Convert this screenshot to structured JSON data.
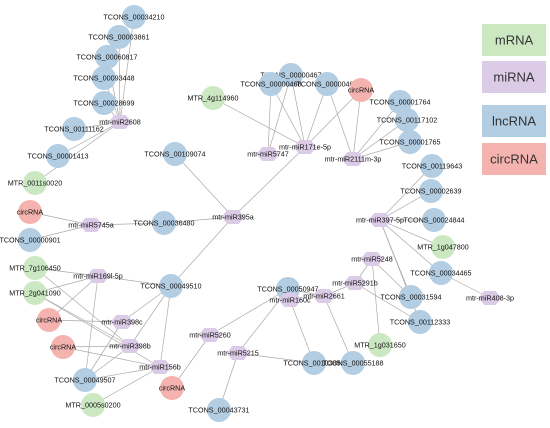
{
  "legend": [
    {
      "type": "mrna",
      "label": "mRNA"
    },
    {
      "type": "mirna",
      "label": "miRNA"
    },
    {
      "type": "lncrna",
      "label": "lncRNA"
    },
    {
      "type": "circrna",
      "label": "circRNA"
    }
  ],
  "colors": {
    "lncrna": "#b3cde3",
    "mirna": "#dccbe6",
    "mrna": "#cce8c2",
    "circrna": "#f5b3b0",
    "edge": "#aaaaaa"
  },
  "nodes": [
    {
      "id": "n1",
      "type": "lncrna",
      "label": "TCONS_00034210"
    },
    {
      "id": "n2",
      "type": "lncrna",
      "label": "TCONS_00003861"
    },
    {
      "id": "n3",
      "type": "lncrna",
      "label": "TCONS_00060817"
    },
    {
      "id": "n4",
      "type": "lncrna",
      "label": "TCONS_00093448"
    },
    {
      "id": "n5",
      "type": "lncrna",
      "label": "TCONS_00028699"
    },
    {
      "id": "n6",
      "type": "mirna",
      "label": "mtr-miR2608"
    },
    {
      "id": "n7",
      "type": "lncrna",
      "label": "TCONS_00111162"
    },
    {
      "id": "n8",
      "type": "lncrna",
      "label": "TCONS_00001413"
    },
    {
      "id": "n9",
      "type": "mrna",
      "label": "MTR_0011s0020"
    },
    {
      "id": "n10",
      "type": "circrna",
      "label": "circRNA"
    },
    {
      "id": "n11",
      "type": "mirna",
      "label": "mtr-miR5745a"
    },
    {
      "id": "n12",
      "type": "lncrna",
      "label": "TCONS_00000901"
    },
    {
      "id": "n13",
      "type": "lncrna",
      "label": "TCONS_00036480"
    },
    {
      "id": "n14",
      "type": "lncrna",
      "label": "TCONS_00109074"
    },
    {
      "id": "n15",
      "type": "mirna",
      "label": "mtr-miR395a"
    },
    {
      "id": "n16",
      "type": "mrna",
      "label": "MTR_7g106450"
    },
    {
      "id": "n17",
      "type": "mirna",
      "label": "mtr-miR169l-5p"
    },
    {
      "id": "n18",
      "type": "mrna",
      "label": "MTR_2g041090"
    },
    {
      "id": "n19",
      "type": "lncrna",
      "label": "TCONS_00049510"
    },
    {
      "id": "n20",
      "type": "circrna",
      "label": "circRNA"
    },
    {
      "id": "n21",
      "type": "mirna",
      "label": "mtr-miR398c"
    },
    {
      "id": "n22",
      "type": "circrna",
      "label": "circRNA"
    },
    {
      "id": "n23",
      "type": "mirna",
      "label": "mtr-miR398b"
    },
    {
      "id": "n24",
      "type": "lncrna",
      "label": "TCONS_00049507"
    },
    {
      "id": "n25",
      "type": "mirna",
      "label": "mtr-miR156b"
    },
    {
      "id": "n26",
      "type": "mrna",
      "label": "MTR_0005s0200"
    },
    {
      "id": "n27",
      "type": "circrna",
      "label": "circRNA"
    },
    {
      "id": "n28",
      "type": "lncrna",
      "label": "TCONS_00043731"
    },
    {
      "id": "n29",
      "type": "mirna",
      "label": "mtr-miR5260"
    },
    {
      "id": "n30",
      "type": "mirna",
      "label": "mtr-miR5215"
    },
    {
      "id": "n31",
      "type": "lncrna",
      "label": "TCONS_00050947"
    },
    {
      "id": "n32",
      "type": "mirna",
      "label": "mtr-miR160c"
    },
    {
      "id": "n33",
      "type": "lncrna",
      "label": "TCONS_00103850"
    },
    {
      "id": "n34",
      "type": "mirna",
      "label": "mtr-miR2661"
    },
    {
      "id": "n35",
      "type": "lncrna",
      "label": "TCONS_00055188"
    },
    {
      "id": "n36",
      "type": "mirna",
      "label": "mtr-miR5291b"
    },
    {
      "id": "n37",
      "type": "mirna",
      "label": "mtr-miR5248"
    },
    {
      "id": "n38",
      "type": "mrna",
      "label": "MTR_1g031650"
    },
    {
      "id": "n39",
      "type": "lncrna",
      "label": "TCONS_00112333"
    },
    {
      "id": "n40",
      "type": "lncrna",
      "label": "TCONS_00031594"
    },
    {
      "id": "n41",
      "type": "lncrna",
      "label": "TCONS_00034465"
    },
    {
      "id": "n42",
      "type": "mirna",
      "label": "mtr-miR408-3p"
    },
    {
      "id": "n43",
      "type": "mrna",
      "label": "MTR_1g047800"
    },
    {
      "id": "n44",
      "type": "lncrna",
      "label": "TCONS_00024844"
    },
    {
      "id": "n45",
      "type": "mirna",
      "label": "mtr-miR397-5p"
    },
    {
      "id": "n46",
      "type": "lncrna",
      "label": "TCONS_00002639"
    },
    {
      "id": "n47",
      "type": "lncrna",
      "label": "TCONS_00119643"
    },
    {
      "id": "n48",
      "type": "mrna",
      "label": "MTR_4g114960"
    },
    {
      "id": "n49",
      "type": "lncrna",
      "label": "TCONS_00000467"
    },
    {
      "id": "n50",
      "type": "lncrna",
      "label": "TCONS_00000468"
    },
    {
      "id": "n51",
      "type": "lncrna",
      "label": "TCONS_00000469"
    },
    {
      "id": "n52",
      "type": "circrna",
      "label": "circRNA"
    },
    {
      "id": "n53",
      "type": "mirna",
      "label": "mtr-miR171e-5p"
    },
    {
      "id": "n54",
      "type": "mirna",
      "label": "mtr-miR5747"
    },
    {
      "id": "n55",
      "type": "mirna",
      "label": "mtr-miR2111m-3p"
    },
    {
      "id": "n56",
      "type": "lncrna",
      "label": "TCONS_00001764"
    },
    {
      "id": "n57",
      "type": "lncrna",
      "label": "TCONS_00117102"
    },
    {
      "id": "n58",
      "type": "lncrna",
      "label": "TCONS_00001765"
    }
  ],
  "edges": [
    [
      "n6",
      "n1"
    ],
    [
      "n6",
      "n2"
    ],
    [
      "n6",
      "n3"
    ],
    [
      "n6",
      "n4"
    ],
    [
      "n6",
      "n5"
    ],
    [
      "n6",
      "n7"
    ],
    [
      "n6",
      "n8"
    ],
    [
      "n6",
      "n9"
    ],
    [
      "n11",
      "n10"
    ],
    [
      "n11",
      "n12"
    ],
    [
      "n11",
      "n13"
    ],
    [
      "n15",
      "n14"
    ],
    [
      "n15",
      "n13"
    ],
    [
      "n15",
      "n19"
    ],
    [
      "n17",
      "n16"
    ],
    [
      "n17",
      "n18"
    ],
    [
      "n17",
      "n19"
    ],
    [
      "n17",
      "n20"
    ],
    [
      "n17",
      "n24"
    ],
    [
      "n21",
      "n19"
    ],
    [
      "n21",
      "n20"
    ],
    [
      "n21",
      "n24"
    ],
    [
      "n23",
      "n19"
    ],
    [
      "n23",
      "n22"
    ],
    [
      "n23",
      "n24"
    ],
    [
      "n23",
      "n16"
    ],
    [
      "n23",
      "n18"
    ],
    [
      "n25",
      "n19"
    ],
    [
      "n25",
      "n24"
    ],
    [
      "n25",
      "n26"
    ],
    [
      "n25",
      "n22"
    ],
    [
      "n25",
      "n18"
    ],
    [
      "n29",
      "n27"
    ],
    [
      "n29",
      "n31"
    ],
    [
      "n30",
      "n28"
    ],
    [
      "n30",
      "n31"
    ],
    [
      "n30",
      "n33"
    ],
    [
      "n32",
      "n31"
    ],
    [
      "n32",
      "n33"
    ],
    [
      "n34",
      "n31"
    ],
    [
      "n34",
      "n35"
    ],
    [
      "n34",
      "n36"
    ],
    [
      "n36",
      "n37"
    ],
    [
      "n36",
      "n39"
    ],
    [
      "n37",
      "n38"
    ],
    [
      "n37",
      "n40"
    ],
    [
      "n45",
      "n39"
    ],
    [
      "n45",
      "n40"
    ],
    [
      "n45",
      "n41"
    ],
    [
      "n45",
      "n43"
    ],
    [
      "n45",
      "n44"
    ],
    [
      "n45",
      "n46"
    ],
    [
      "n45",
      "n47"
    ],
    [
      "n42",
      "n41"
    ],
    [
      "n53",
      "n49"
    ],
    [
      "n53",
      "n50"
    ],
    [
      "n53",
      "n51"
    ],
    [
      "n53",
      "n52"
    ],
    [
      "n53",
      "n48"
    ],
    [
      "n54",
      "n49"
    ],
    [
      "n54",
      "n50"
    ],
    [
      "n55",
      "n51"
    ],
    [
      "n55",
      "n52"
    ],
    [
      "n55",
      "n56"
    ],
    [
      "n55",
      "n57"
    ],
    [
      "n55",
      "n58"
    ],
    [
      "n15",
      "n53"
    ]
  ]
}
